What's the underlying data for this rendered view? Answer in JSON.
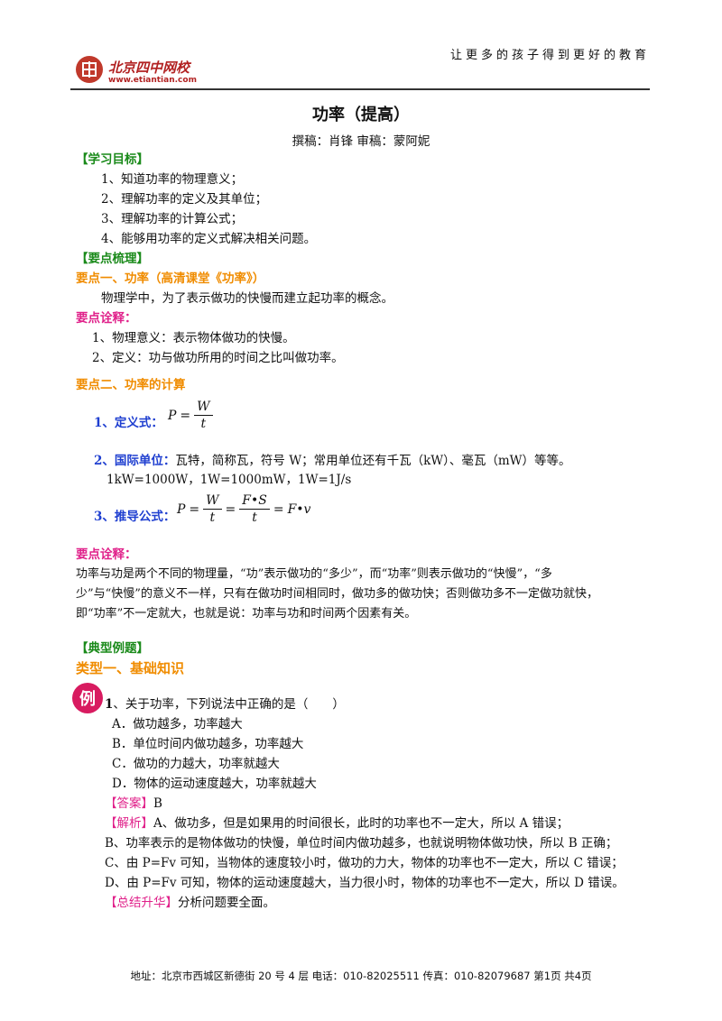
{
  "header": {
    "logo_name": "北京四中网校",
    "logo_url": "www.etiantian.com",
    "slogan": "让更多的孩子得到更好的教育"
  },
  "doc": {
    "title": "功率（提高）",
    "byline": "撰稿：肖锋    审稿：蒙阿妮"
  },
  "goals": {
    "heading": "【学习目标】",
    "items": [
      "1、知道功率的物理意义；",
      "2、理解功率的定义及其单位；",
      "3、理解功率的计算公式；",
      "4、能够用功率的定义式解决相关问题。"
    ]
  },
  "review": {
    "heading": "【要点梳理】"
  },
  "point1": {
    "heading": "要点一、功率（高清课堂《功率》）",
    "intro": "物理学中，为了表示做功的快慢而建立起功率的概念。",
    "note_heading": "要点诠释：",
    "notes": [
      "1、物理意义：表示物体做功的快慢。",
      "2、定义：功与做功所用的时间之比叫做功率。"
    ]
  },
  "point2": {
    "heading": "要点二、功率的计算",
    "def_label": "1、定义式：",
    "def_formula": {
      "lhs": "P",
      "eq": "=",
      "num": "W",
      "den": "t"
    },
    "unit_label": "2、国际单位：",
    "unit_text": "瓦特，简称瓦，符号 W；常用单位还有千瓦（kW）、毫瓦（mW）等等。",
    "unit_conv": "1kW=1000W，1W=1000mW，1W=1J/s",
    "derive_label": "3、推导公式：",
    "derive_formula": {
      "lhs": "P",
      "eq1": "=",
      "f1_num": "W",
      "f1_den": "t",
      "eq2": "=",
      "f2_num": "F•S",
      "f2_den": "t",
      "eq3": "=",
      "rhs": "F•v"
    }
  },
  "point2_note": {
    "heading": "要点诠释：",
    "lines": [
      "功率与功是两个不同的物理量，“功”表示做功的“多少”，而“功率”则表示做功的“快慢”，“多",
      "少”与“快慢”的意义不一样，只有在做功时间相同时，做功多的做功快；否则做功多不一定做功就快，",
      "即“功率”不一定就大，也就是说：功率与功和时间两个因素有关。"
    ]
  },
  "examples": {
    "heading": "【典型例题】",
    "type1": "类型一、基础知识",
    "icon_char": "例",
    "q_num": "1",
    "q_text": "、关于功率，下列说法中正确的是（　　）",
    "options": [
      "A．做功越多，功率越大",
      "B．单位时间内做功越多，功率越大",
      "C．做功的力越大，功率就越大",
      "D．物体的运动速度越大，功率就越大"
    ],
    "answer_tag": "【答案】",
    "answer": "B",
    "analysis_tag": "【解析】",
    "analysis_first": "A、做功多，但是如果用的时间很长，此时的功率也不一定大，所以 A 错误；",
    "analysis_lines": [
      "B、功率表示的是物体做功的快慢，单位时间内做功越多，也就说明物体做功快，所以 B 正确；",
      "C、由 P=Fv 可知，当物体的速度较小时，做功的力大，物体的功率也不一定大，所以 C 错误；",
      "D、由 P=Fv 可知，物体的运动速度越大，当力很小时，物体的功率也不一定大，所以 D 错误。"
    ],
    "summary_tag": "【总结升华】",
    "summary": "分析问题要全面。"
  },
  "footer": {
    "text": "地址：北京市西城区新德街 20 号 4 层  电话：010-82025511  传真：010-82079687    第1页  共4页"
  }
}
